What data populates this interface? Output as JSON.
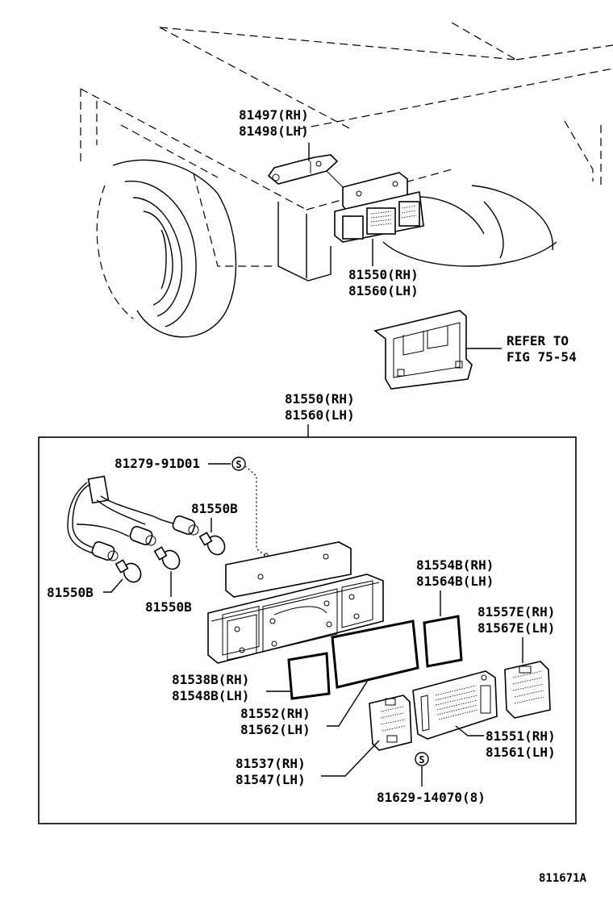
{
  "figure_code": "811671A",
  "labels": {
    "hinge_rh": "81497(RH)",
    "hinge_lh": "81498(LH)",
    "lamp_top_rh": "81550(RH)",
    "lamp_top_lh": "81560(LH)",
    "refer_line1": "REFER TO",
    "refer_line2": "FIG 75-54",
    "lamp_box_rh": "81550(RH)",
    "lamp_box_lh": "81560(LH)",
    "socket": "81279-91D01",
    "bulb_right": "81550B",
    "bulb_left": "81550B",
    "bulb_bottom": "81550B",
    "lens_b_rh": "81554B(RH)",
    "lens_b_lh": "81564B(LH)",
    "lens_e_rh": "81557E(RH)",
    "lens_e_lh": "81567E(LH)",
    "gasket_rh": "81538B(RH)",
    "gasket_lh": "81548B(LH)",
    "gasket_mid_rh": "81552(RH)",
    "gasket_mid_lh": "81562(LH)",
    "lens_main_rh": "81551(RH)",
    "lens_main_lh": "81561(LH)",
    "lens_small_rh": "81537(RH)",
    "lens_small_lh": "81547(LH)",
    "screw": "81629-14070(8)",
    "s_mark_1": "S",
    "s_mark_2": "S"
  }
}
